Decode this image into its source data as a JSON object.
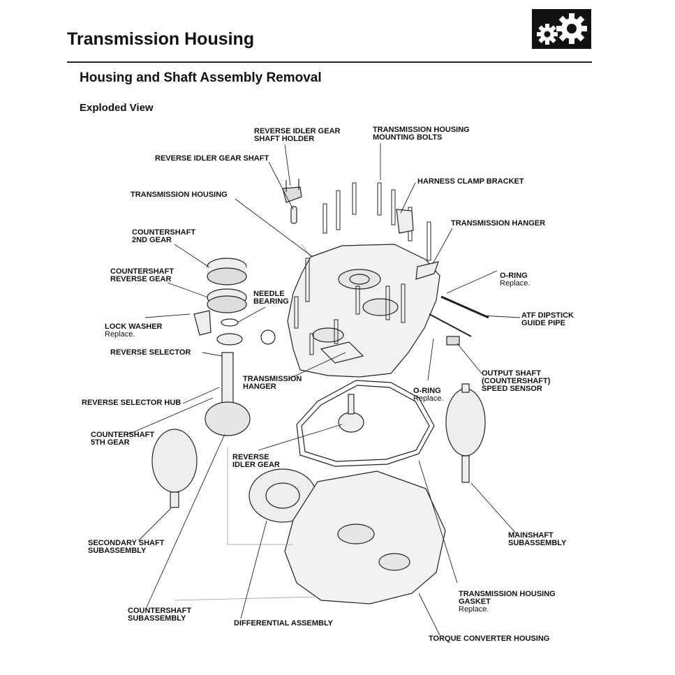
{
  "page_title": "Transmission Housing",
  "section_title": "Housing and Shaft Assembly Removal",
  "sub_title": "Exploded View",
  "icon": "gears-icon",
  "labels": {
    "reverse_idler_gear_shaft_holder": "REVERSE IDLER GEAR\nSHAFT HOLDER",
    "transmission_housing_mounting_bolts": "TRANSMISSION HOUSING\nMOUNTING BOLTS",
    "reverse_idler_gear_shaft": "REVERSE IDLER GEAR SHAFT",
    "harness_clamp_bracket": "HARNESS CLAMP BRACKET",
    "transmission_housing": "TRANSMISSION HOUSING",
    "transmission_hanger_top": "TRANSMISSION HANGER",
    "countershaft_2nd_gear": "COUNTERSHAFT\n2ND GEAR",
    "o_ring_top": "O-RING",
    "o_ring_top_note": "Replace.",
    "countershaft_reverse_gear": "COUNTERSHAFT\nREVERSE GEAR",
    "needle_bearing": "NEEDLE\nBEARING",
    "atf_dipstick_guide_pipe": "ATF DIPSTICK\nGUIDE PIPE",
    "lock_washer": "LOCK WASHER",
    "lock_washer_note": "Replace.",
    "reverse_selector": "REVERSE SELECTOR",
    "output_shaft_speed_sensor": "OUTPUT SHAFT\n(COUNTERSHAFT)\nSPEED SENSOR",
    "transmission_hanger_mid": "TRANSMISSION\nHANGER",
    "o_ring_mid": "O-RING",
    "o_ring_mid_note": "Replace.",
    "reverse_selector_hub": "REVERSE SELECTOR HUB",
    "countershaft_5th_gear": "COUNTERSHAFT\n5TH GEAR",
    "reverse_idler_gear": "REVERSE\nIDLER GEAR",
    "mainshaft_subassembly": "MAINSHAFT\nSUBASSEMBLY",
    "secondary_shaft_subassembly": "SECONDARY SHAFT\nSUBASSEMBLY",
    "transmission_housing_gasket": "TRANSMISSION HOUSING\nGASKET",
    "transmission_housing_gasket_note": "Replace.",
    "countershaft_subassembly": "COUNTERSHAFT\nSUBASSEMBLY",
    "differential_assembly": "DIFFERENTIAL ASSEMBLY",
    "torque_converter_housing": "TORQUE CONVERTER HOUSING"
  }
}
